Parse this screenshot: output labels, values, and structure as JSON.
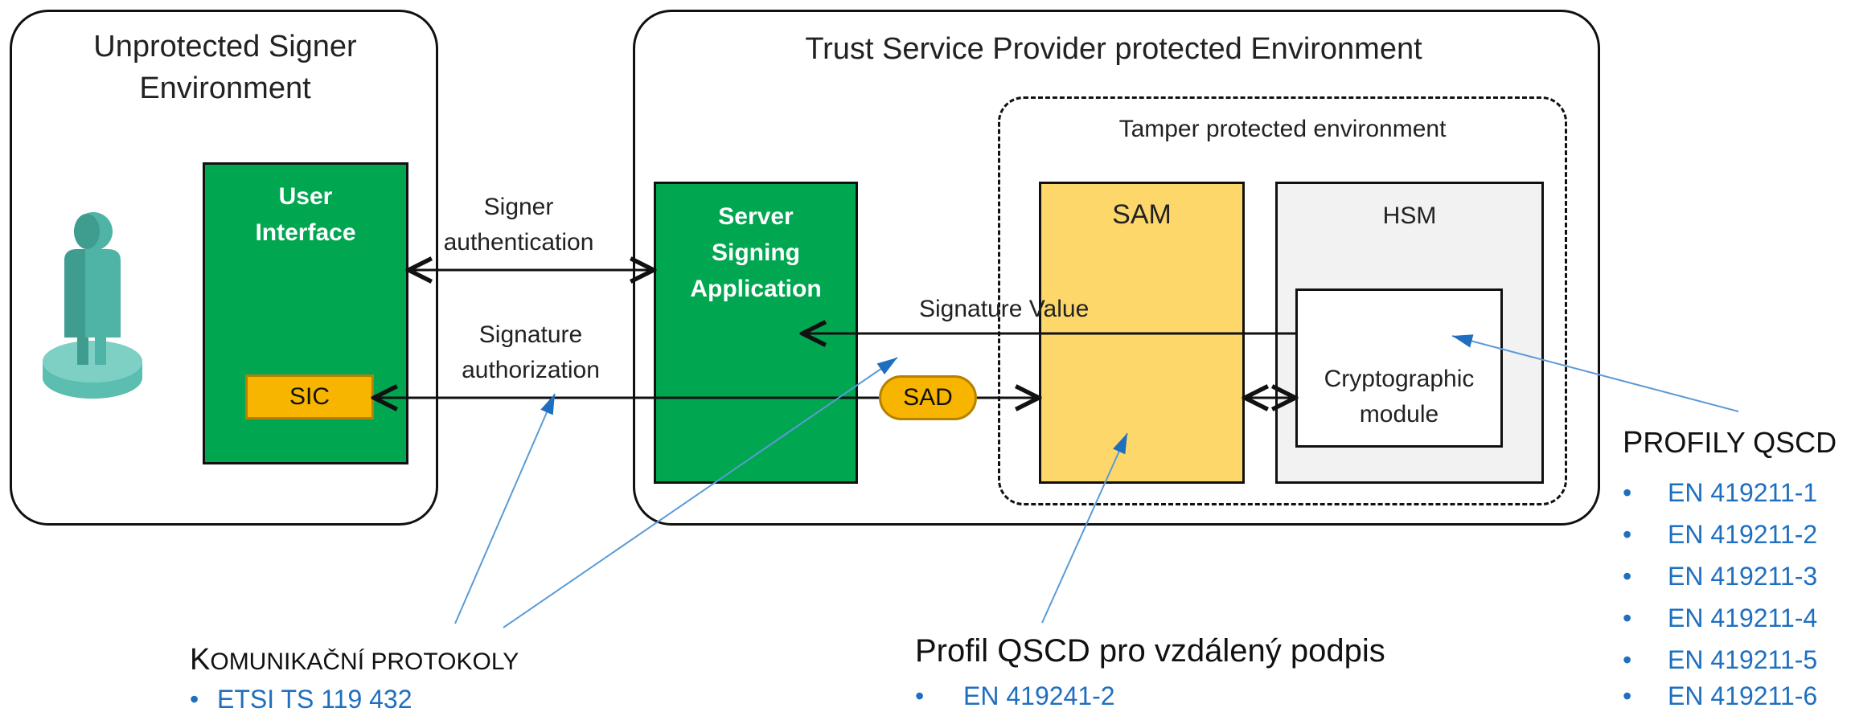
{
  "diagram": {
    "left_env_title_line1": "Unprotected Signer",
    "left_env_title_line2": "Environment",
    "right_env_title": "Trust Service Provider protected Environment",
    "tamper_title": "Tamper protected environment",
    "user_interface_line1": "User",
    "user_interface_line2": "Interface",
    "sic": "SIC",
    "ssa_line1": "Server",
    "ssa_line2": "Signing",
    "ssa_line3": "Application",
    "sam": "SAM",
    "hsm": "HSM",
    "crypto_line1": "Cryptographic",
    "crypto_line2": "module",
    "sad": "SAD",
    "signer_auth_line1": "Signer",
    "signer_auth_line2": "authentication",
    "sig_auth_line1": "Signature",
    "sig_auth_line2": "authorization",
    "signature_value": "Signature Value"
  },
  "annotations": {
    "protocols": {
      "heading_first": "K",
      "heading_rest": "OMUNIKAČNÍ PROTOKOLY",
      "items": [
        "ETSI TS 119 432"
      ]
    },
    "remote_profile": {
      "heading": "Profil QSCD pro vzdálený podpis",
      "items": [
        "EN 419241-2"
      ]
    },
    "qscd_profiles": {
      "heading_first": "P",
      "heading_rest": "ROFILY QSCD",
      "items": [
        "EN 419211-1",
        "EN 419211-2",
        "EN 419211-3",
        "EN 419211-4",
        "EN 419211-5",
        "EN 419211-6"
      ]
    }
  },
  "colors": {
    "green": "#00a650",
    "sam_yellow": "#fdd76a",
    "orange": "#f7b500",
    "annotation_blue": "#1f6fc0",
    "person": "#4fb3a5"
  },
  "icons": [
    "person-icon"
  ]
}
